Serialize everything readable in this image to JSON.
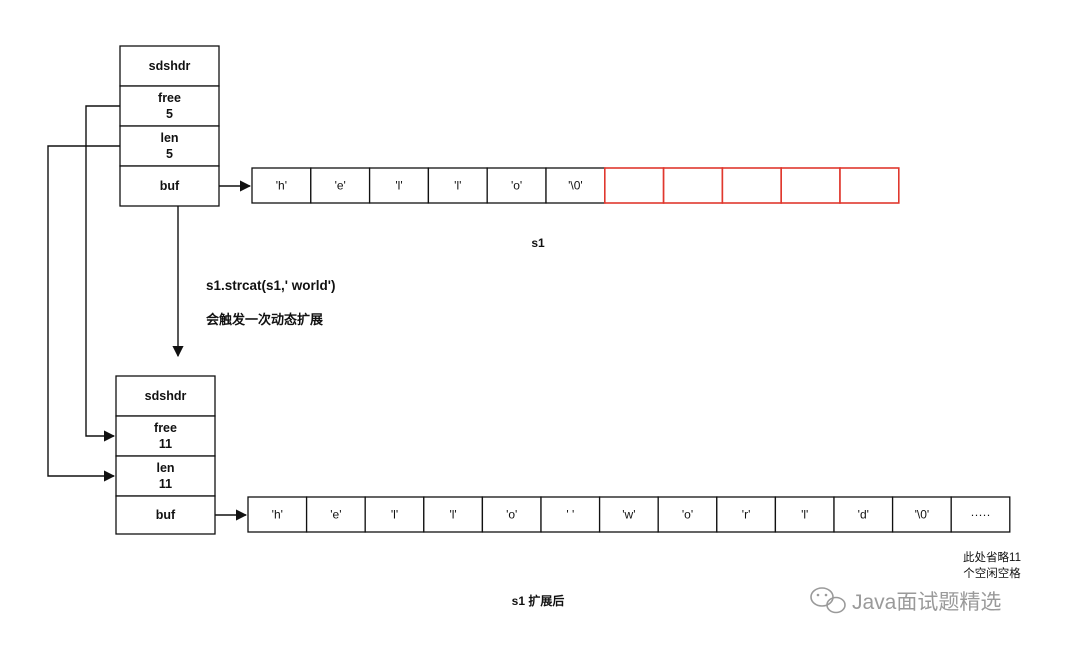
{
  "before": {
    "header_label": "sdshdr",
    "free_label": "free",
    "free_value": "5",
    "len_label": "len",
    "len_value": "5",
    "buf_label": "buf",
    "chars": [
      "'h'",
      "'e'",
      "'l'",
      "'l'",
      "'o'",
      "'\\0'"
    ],
    "free_cell_count": 5,
    "caption": "s1"
  },
  "operation": {
    "call": "s1.strcat(s1,' world')",
    "note": "会触发一次动态扩展"
  },
  "after": {
    "header_label": "sdshdr",
    "free_label": "free",
    "free_value": "11",
    "len_label": "len",
    "len_value": "11",
    "buf_label": "buf",
    "chars": [
      "'h'",
      "'e'",
      "'l'",
      "'l'",
      "'o'",
      "' '",
      "'w'",
      "'o'",
      "'r'",
      "'l'",
      "'d'",
      "'\\0'",
      "·····"
    ],
    "note_line1": "此处省略11",
    "note_line2": "个空闲空格",
    "caption": "s1 扩展后"
  },
  "watermark": {
    "text": "Java面试题精选",
    "icon": "wechat-icon"
  },
  "colors": {
    "line": "#111111",
    "free_cell_border": "#e0382e",
    "watermark": "#9a9a9a"
  }
}
